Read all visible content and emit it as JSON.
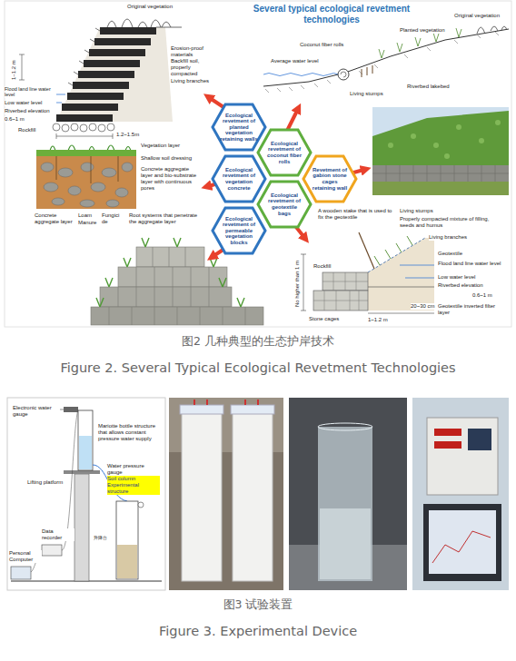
{
  "diagram": {
    "title": "Several typical ecological revetment technologies",
    "caption": "图2 几种典型的生态护岸技术",
    "nodes": [
      {
        "text": [
          "Ecological revetment of planted vegetation retaining walls"
        ]
      },
      {
        "text": [
          "Ecological revetment of coconut fiber rolls"
        ]
      },
      {
        "text": [
          "Ecological revetment of vegetation concrete"
        ]
      },
      {
        "text": [
          "Revetment of gabion stone cages retaining wall"
        ]
      },
      {
        "text": [
          "Ecological revetment of geotextile bags"
        ]
      },
      {
        "text": [
          "Ecological revetment of permeable vegetation blocks"
        ]
      }
    ],
    "labels": [
      "Original vegetation",
      "Erosion-proof materials",
      "Backfill soil, properly compacted",
      "Living branches",
      "Flood land line water level",
      "Low water level",
      "Riverbed elevation",
      "1~1.2 m",
      "0.6~1 m",
      "Rockfill",
      "1.2~1.5m",
      "Original vegetation",
      "Planted vegetation",
      "Coconut fiber rolls",
      "Average water level",
      "Riverbed lakebed",
      "Living stumps",
      "Vegetation layer",
      "Shallow soil dressing",
      "Concrete aggregate layer and bio-substrate layer with continuous pores",
      "Concrete aggregate layer",
      "Loam",
      "Manure",
      "Fungici de",
      "Root systems that penetrate the aggregate layer",
      "A wooden stake that is used to fix the geotextile",
      "Living stumps",
      "Properly compacted mixture of filling, seeds and humus",
      "Living branches",
      "Geotextile",
      "Flood land line water level",
      "Low water level",
      "Riverbed elevation",
      "0.6~1 m",
      "Rockfill",
      "Stone cages",
      "No higher than 1 m",
      "1~1.2 m",
      "20~30 cm",
      "Geotextile inverted filter layer",
      "Figure 2. Several Typical Ecological Revetment Technologies",
      "Electronic water gauge",
      "Mariotte bottle structure that allows constant pressure water supply",
      "Lifting platform",
      "Water pressure gauge",
      "Soil column Experimental structure",
      "Data recorder",
      "Personal Computer",
      "升降台",
      "图3 试验装置",
      "Figure 3. Experimental Device"
    ]
  }
}
